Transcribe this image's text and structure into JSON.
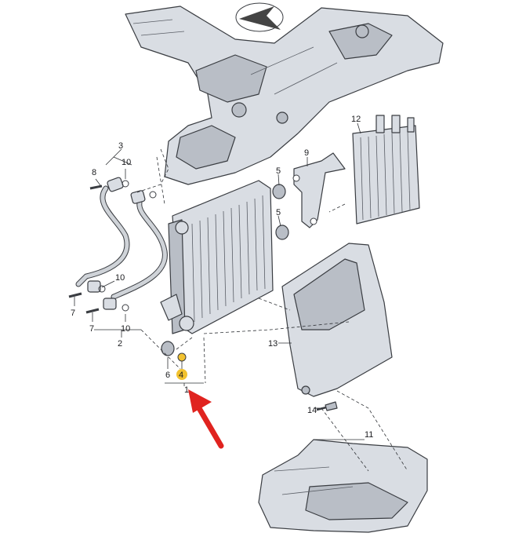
{
  "diagram": {
    "callouts": [
      {
        "id": "c1",
        "label": "1"
      },
      {
        "id": "c2",
        "label": "2"
      },
      {
        "id": "c3",
        "label": "3"
      },
      {
        "id": "c4",
        "label": "4",
        "highlight": true
      },
      {
        "id": "c5a",
        "label": "5"
      },
      {
        "id": "c5b",
        "label": "5"
      },
      {
        "id": "c6",
        "label": "6"
      },
      {
        "id": "c7a",
        "label": "7"
      },
      {
        "id": "c7b",
        "label": "7"
      },
      {
        "id": "c8",
        "label": "8"
      },
      {
        "id": "c9",
        "label": "9"
      },
      {
        "id": "c10a",
        "label": "10"
      },
      {
        "id": "c10b",
        "label": "10"
      },
      {
        "id": "c10c",
        "label": "10"
      },
      {
        "id": "c11",
        "label": "11"
      },
      {
        "id": "c12",
        "label": "12"
      },
      {
        "id": "c13",
        "label": "13"
      },
      {
        "id": "c14",
        "label": "14"
      }
    ],
    "colors": {
      "part_fill": "#d9dde3",
      "outline": "#3a3d42",
      "highlight": "#f2c230",
      "arrow": "#e0231f"
    },
    "icons": [
      "compass-icon",
      "pointer-arrow-icon"
    ]
  }
}
